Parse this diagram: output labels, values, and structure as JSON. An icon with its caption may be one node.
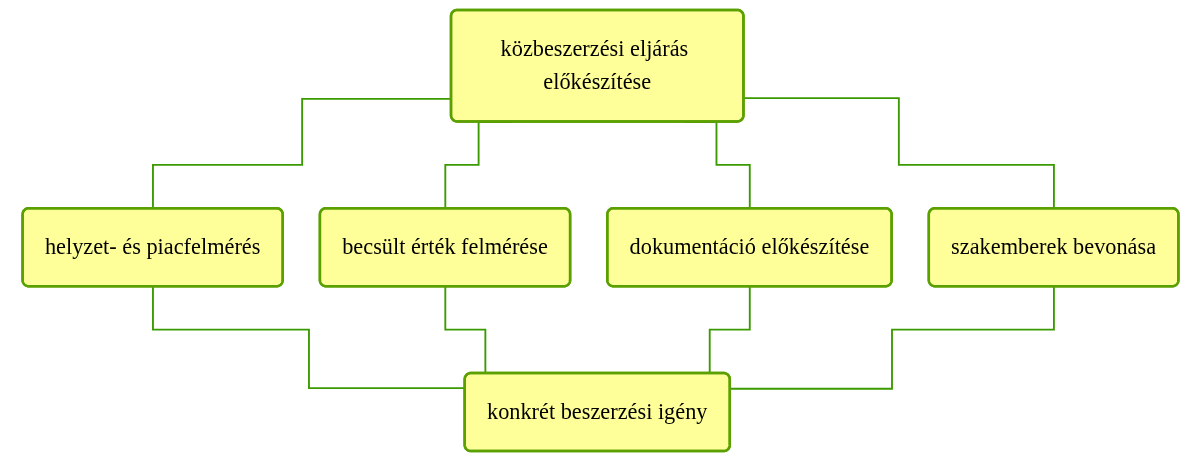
{
  "diagram": {
    "nodes": [
      {
        "text": [
          "közbeszerzési eljárás előkészítése"
        ]
      },
      {
        "text": [
          "helyzet- és piacfelmérés"
        ]
      },
      {
        "text": [
          "becsült érték felmérése"
        ]
      },
      {
        "text": [
          "dokumentáció előkészítése"
        ]
      },
      {
        "text": [
          "szakemberek bevonása"
        ]
      },
      {
        "text": [
          "konkrét beszerzési igény"
        ]
      }
    ],
    "edges": [
      {
        "from": 0,
        "to": 1,
        "arrow": "none"
      },
      {
        "from": 0,
        "to": 2,
        "arrow": "none"
      },
      {
        "from": 0,
        "to": 3,
        "arrow": "none"
      },
      {
        "from": 0,
        "to": 4,
        "arrow": "none"
      },
      {
        "from": 1,
        "to": 5,
        "arrow": "none"
      },
      {
        "from": 2,
        "to": 5,
        "arrow": "none"
      },
      {
        "from": 3,
        "to": 5,
        "arrow": "none"
      },
      {
        "from": 4,
        "to": 5,
        "arrow": "none"
      }
    ]
  }
}
